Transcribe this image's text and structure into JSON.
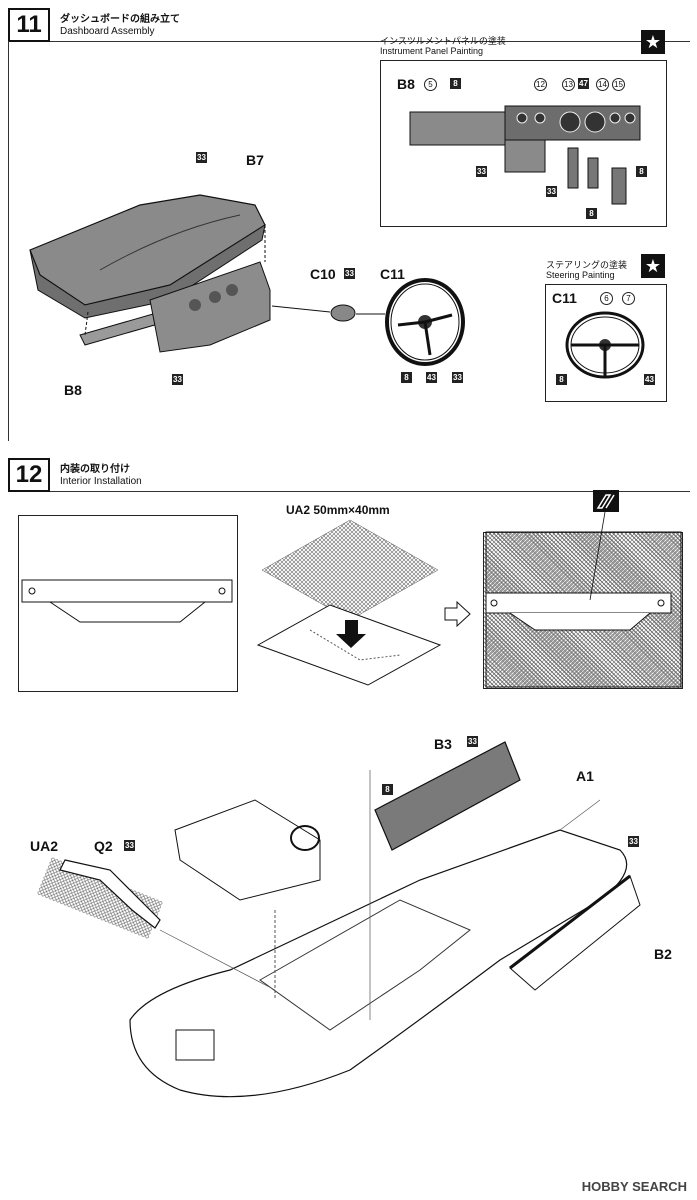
{
  "step11": {
    "number": "11",
    "title_jp": "ダッシュボードの組み立て",
    "title_en": "Dashboard Assembly",
    "parts": {
      "b7": "B7",
      "b8": "B8",
      "c10": "C10",
      "c11": "C11"
    },
    "refs": {
      "r33a": "33",
      "r33b": "33",
      "r33c": "33",
      "r33d": "33",
      "r8": "8",
      "r43": "43"
    }
  },
  "instrument_panel": {
    "title_jp": "インスツルメントパネルの塗装",
    "title_en": "Instrument Panel Painting",
    "b8": "B8",
    "refs": [
      "5",
      "8",
      "12",
      "13",
      "47",
      "14",
      "15",
      "33",
      "8",
      "8",
      "33"
    ]
  },
  "steering": {
    "title_jp": "ステアリングの塗装",
    "title_en": "Steering Painting",
    "c11": "C11",
    "refs": [
      "6",
      "7",
      "8",
      "43"
    ]
  },
  "step12": {
    "number": "12",
    "title_jp": "内装の取り付け",
    "title_en": "Interior Installation",
    "mesh_label": "UA2  50mm×40mm",
    "parts": {
      "b3": "B3",
      "a1": "A1",
      "b2": "B2",
      "ua2": "UA2",
      "q2": "Q2"
    },
    "refs": {
      "r33_b3": "33",
      "r8_b3": "8",
      "r33_a1": "33",
      "r33_q2": "33"
    }
  },
  "watermark": "HOBBY SEARCH",
  "colors": {
    "ink": "#111111",
    "panel_gray": "#7a7a7a",
    "mesh": "#555555"
  }
}
